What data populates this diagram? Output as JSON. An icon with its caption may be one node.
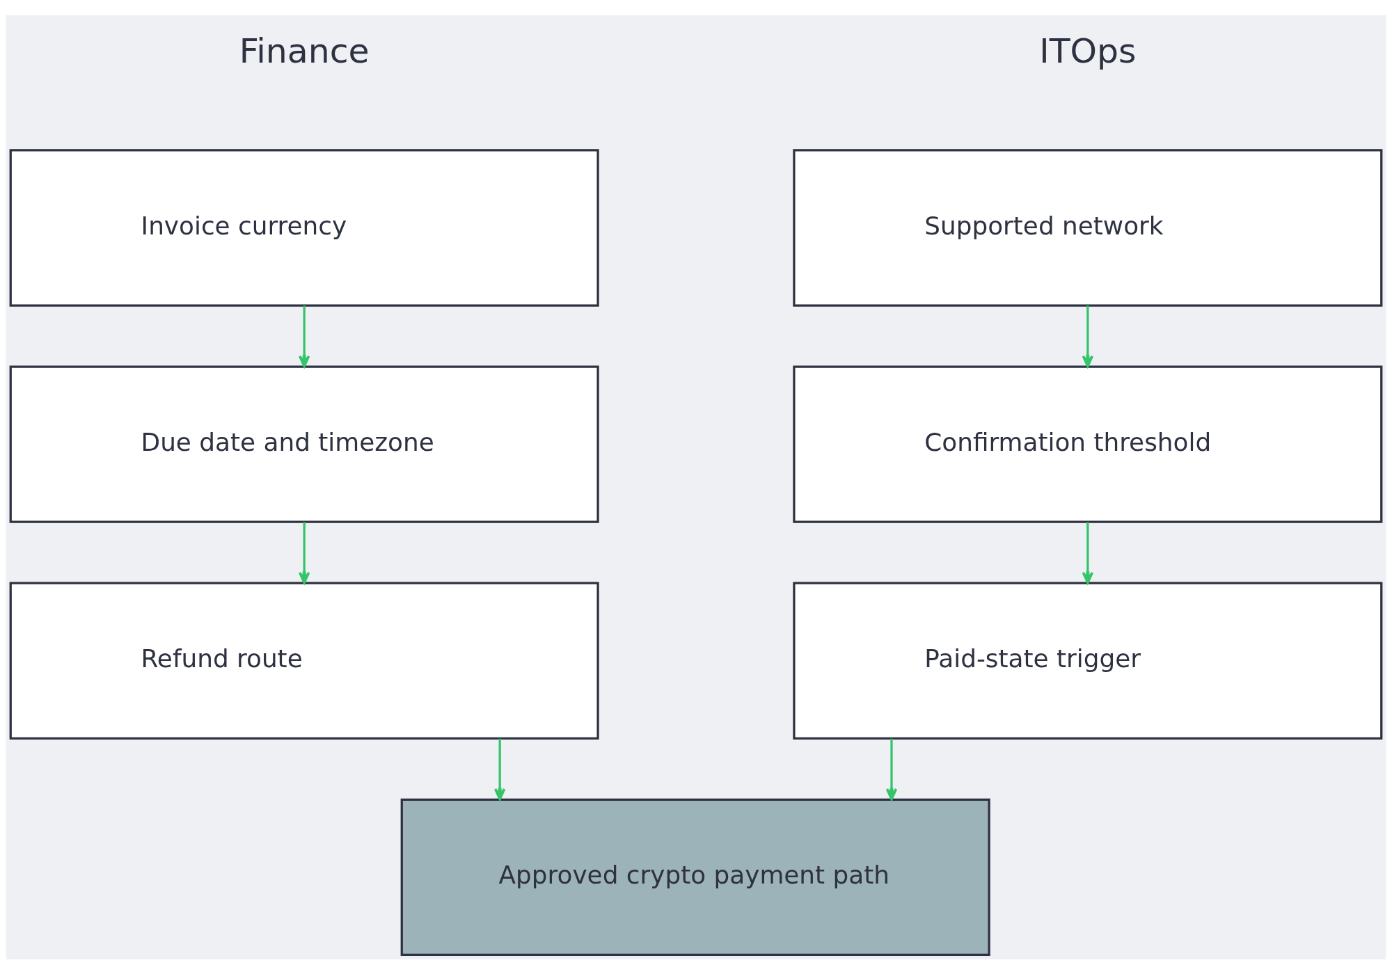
{
  "diagram": {
    "nodes": [
      {
        "text": [
          "Invoice currency"
        ]
      },
      {
        "text": [
          "Supported network"
        ]
      },
      {
        "text": [
          "Due date and timezone"
        ]
      },
      {
        "text": [
          "Confirmation threshold"
        ]
      },
      {
        "text": [
          "Refund route"
        ]
      },
      {
        "text": [
          "Paid-state trigger"
        ]
      },
      {
        "text": [
          "Approved crypto payment path"
        ]
      }
    ],
    "edges": [
      {
        "from": 0,
        "to": 2,
        "arrow": "to"
      },
      {
        "from": 2,
        "to": 4,
        "arrow": "to"
      },
      {
        "from": 1,
        "to": 3,
        "arrow": "to"
      },
      {
        "from": 3,
        "to": 5,
        "arrow": "to"
      },
      {
        "from": 4,
        "to": 6,
        "arrow": "to"
      },
      {
        "from": 5,
        "to": 6,
        "arrow": "to"
      }
    ],
    "labels": [
      "Finance",
      "ITOps"
    ]
  }
}
